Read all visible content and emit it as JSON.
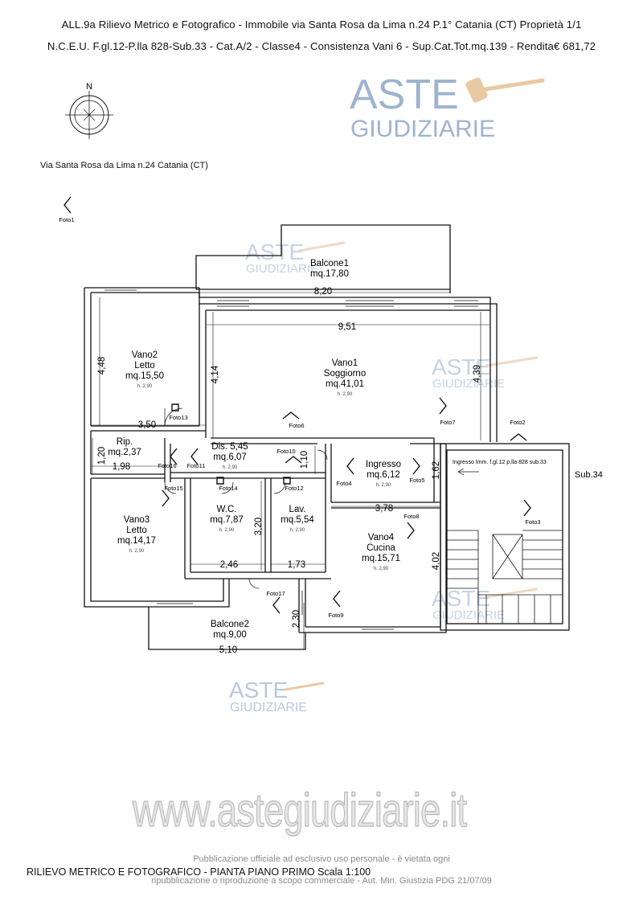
{
  "header": {
    "line1": "ALL.9a Rilievo Metrico e Fotografico - Immobile via Santa Rosa da Lima n.24 P.1° Catania (CT) Proprietà 1/1",
    "line2": "N.C.E.U. F.gl.12-P.lla 828-Sub.33 - Cat.A/2 - Classe4 - Consistenza Vani 6 - Sup.Cat.Tot.mq.139 - Rendita€ 681,72"
  },
  "compass": {
    "label": "N"
  },
  "address": "Via Santa Rosa da Lima n.24 Catania (CT)",
  "watermark": {
    "brand_top": "ASTE",
    "brand_bottom": "GIUDIZIARIE",
    "url": "www.astegiudiziarie.it"
  },
  "rooms": [
    {
      "id": "balcone1",
      "lines": [
        "Balcone1",
        "mq.17,80"
      ],
      "height": ""
    },
    {
      "id": "vano2",
      "lines": [
        "Vano2",
        "Letto",
        "mq.15,50"
      ],
      "height": "h. 2,90"
    },
    {
      "id": "vano1",
      "lines": [
        "Vano1",
        "Soggiorno",
        "mq.41,01"
      ],
      "height": "h. 2,90"
    },
    {
      "id": "rip",
      "lines": [
        "Rip.",
        "mq.2,37"
      ],
      "height": ""
    },
    {
      "id": "dis",
      "lines": [
        "Dis. 5,45",
        "mq.6,07"
      ],
      "height": "h. 2,90"
    },
    {
      "id": "ingresso",
      "lines": [
        "Ingresso",
        "mq.6,12"
      ],
      "height": "h. 2,90"
    },
    {
      "id": "vano3",
      "lines": [
        "Vano3",
        "Letto",
        "mq.14,17"
      ],
      "height": "h. 2,90"
    },
    {
      "id": "wc",
      "lines": [
        "W.C.",
        "mq.7,87"
      ],
      "height": "h. 2,90"
    },
    {
      "id": "lav",
      "lines": [
        "Lav.",
        "mq.5,54"
      ],
      "height": "h. 2,90"
    },
    {
      "id": "vano4",
      "lines": [
        "Vano4",
        "Cucina",
        "mq.15,71"
      ],
      "height": "h. 2,90"
    },
    {
      "id": "balcone2",
      "lines": [
        "Balcone2",
        "mq.9,00"
      ],
      "height": ""
    }
  ],
  "dimensions": [
    "8,20",
    "9,51",
    "4,48",
    "4,14",
    "4,39",
    "3,50",
    "1,20",
    "1,98",
    "1,10",
    "1,62",
    "3,78",
    "3,20",
    "2,46",
    "1,73",
    "4,02",
    "2,30",
    "5,10"
  ],
  "photos": [
    "Foto1",
    "Foto2",
    "Foto3",
    "Foto4",
    "Foto5",
    "Foto6",
    "Foto7",
    "Foto8",
    "Foto9",
    "Foto10",
    "Foto11",
    "Foto12",
    "Foto13",
    "Foto14",
    "Foto15",
    "Foto16",
    "Foto17"
  ],
  "stair": {
    "label": "Ingresso Imm. f.gl.12 p.lla 828 sub.33",
    "sub": "Sub.34"
  },
  "footer": {
    "title": "RILIEVO METRICO E FOTOGRAFICO - PIANTA PIANO PRIMO  Scala 1:100",
    "notice1": "Pubblicazione ufficiale ad esclusivo uso personale - è vietata ogni",
    "notice2": "ripubblicazione o riproduzione a scopo commerciale - Aut. Min. Giustizia PDG 21/07/09"
  }
}
